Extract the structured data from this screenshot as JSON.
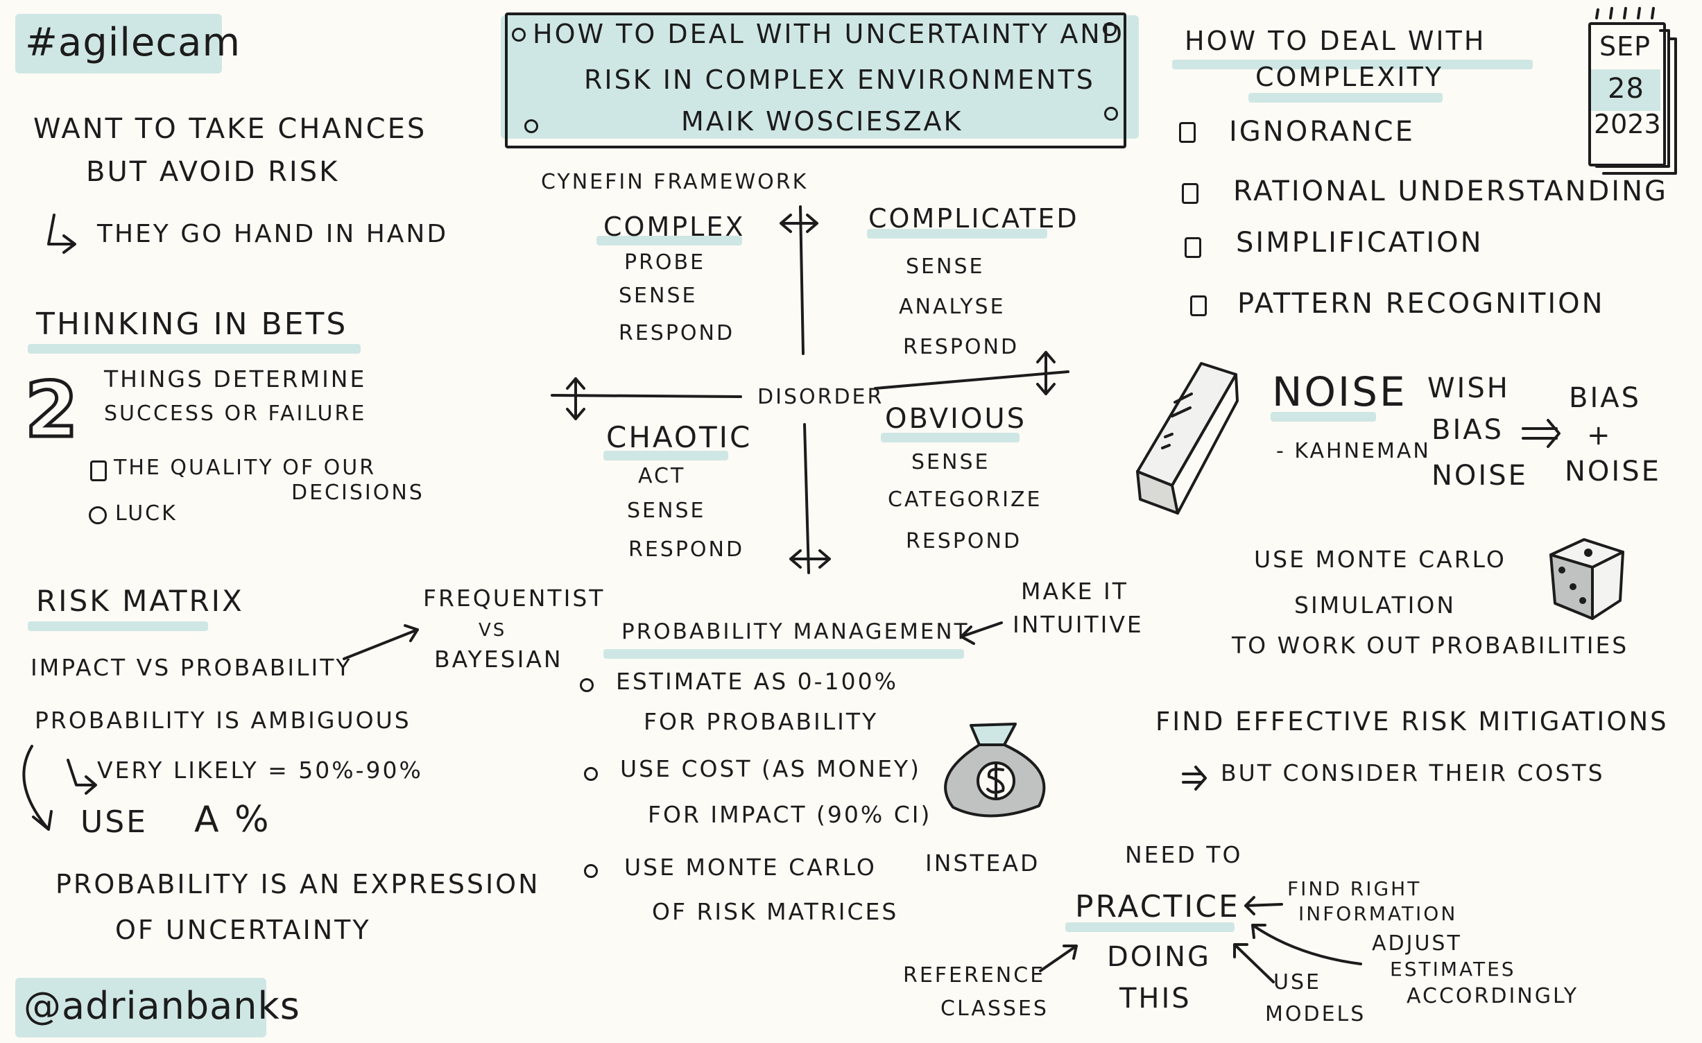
{
  "header": {
    "event_tag": "#agilecam",
    "talk_title": [
      "HOW TO DEAL WITH UNCERTAINTY AND",
      "RISK IN COMPLEX ENVIRONMENTS",
      "MAIK WOSCIESZAK"
    ],
    "author_handle": "@adrianbanks"
  },
  "calendar": {
    "month": "SEP",
    "day": "28",
    "year": "2023"
  },
  "intro": {
    "line1": "WANT TO TAKE CHANCES",
    "line2": "BUT AVOID RISK",
    "line3": "THEY GO HAND IN HAND"
  },
  "thinking_in_bets": {
    "heading": "THINKING IN BETS",
    "number": "2",
    "line1": "THINGS DETERMINE",
    "line2": "SUCCESS OR FAILURE",
    "item1a": "THE QUALITY OF OUR",
    "item1b": "DECISIONS",
    "item2": "LUCK"
  },
  "risk_matrix": {
    "heading": "RISK MATRIX",
    "impact": "IMPACT VS PROBABILITY",
    "frequentist": "FREQUENTIST",
    "vs": "VS",
    "bayesian": "BAYESIAN",
    "ambiguous": "PROBABILITY IS AMBIGUOUS",
    "example": "VERY LIKELY = 50%-90%",
    "use": "USE",
    "pct": "A %",
    "expression1": "PROBABILITY IS AN EXPRESSION",
    "expression2": "OF UNCERTAINTY"
  },
  "cynefin": {
    "heading": "CYNEFIN FRAMEWORK",
    "disorder": "DISORDER",
    "complex": {
      "title": "COMPLEX",
      "steps": [
        "PROBE",
        "SENSE",
        "RESPOND"
      ]
    },
    "complicated": {
      "title": "COMPLICATED",
      "steps": [
        "SENSE",
        "ANALYSE",
        "RESPOND"
      ]
    },
    "chaotic": {
      "title": "CHAOTIC",
      "steps": [
        "ACT",
        "SENSE",
        "RESPOND"
      ]
    },
    "obvious": {
      "title": "OBVIOUS",
      "steps": [
        "SENSE",
        "CATEGORIZE",
        "RESPOND"
      ]
    }
  },
  "complexity": {
    "heading1": "HOW TO DEAL WITH",
    "heading2": "COMPLEXITY",
    "items": [
      "IGNORANCE",
      "RATIONAL UNDERSTANDING",
      "SIMPLIFICATION",
      "PATTERN RECOGNITION"
    ]
  },
  "noise": {
    "title": "NOISE",
    "author": "- KAHNEMAN",
    "wish": "WISH",
    "bias": "BIAS",
    "noise": "NOISE",
    "bias2": "BIAS",
    "plus": "+",
    "noise2": "NOISE"
  },
  "monte_carlo": {
    "line1": "USE MONTE CARLO",
    "line2": "SIMULATION",
    "line3": "TO WORK OUT PROBABILITIES"
  },
  "probability_mgmt": {
    "heading": "PROBABILITY MANAGEMENT",
    "make1": "MAKE IT",
    "make2": "INTUITIVE",
    "item1a": "ESTIMATE AS 0-100%",
    "item1b": "FOR PROBABILITY",
    "item2a": "USE COST (AS MONEY)",
    "item2b": "FOR IMPACT (90% CI)",
    "item3a": "USE MONTE CARLO",
    "item3b": "INSTEAD",
    "item3c": "OF RISK MATRICES"
  },
  "mitigation": {
    "line1": "FIND EFFECTIVE RISK MITIGATIONS",
    "line2": "BUT CONSIDER THEIR COSTS"
  },
  "practice": {
    "need": "NEED TO",
    "title": "PRACTICE",
    "doing": "DOING",
    "this": "THIS",
    "ref1": "REFERENCE",
    "ref2": "CLASSES",
    "models1": "USE",
    "models2": "MODELS",
    "find1": "FIND RIGHT",
    "find2": "INFORMATION",
    "adjust1": "ADJUST",
    "adjust2": "ESTIMATES",
    "adjust3": "ACCORDINGLY"
  },
  "icons": [
    "book-icon",
    "money-bag-icon",
    "dice-icon",
    "calendar-icon",
    "arrow-icon"
  ],
  "colors": {
    "highlight": "#cfe7e4",
    "ink": "#1c1c1c",
    "paper": "#fdfbf6"
  }
}
